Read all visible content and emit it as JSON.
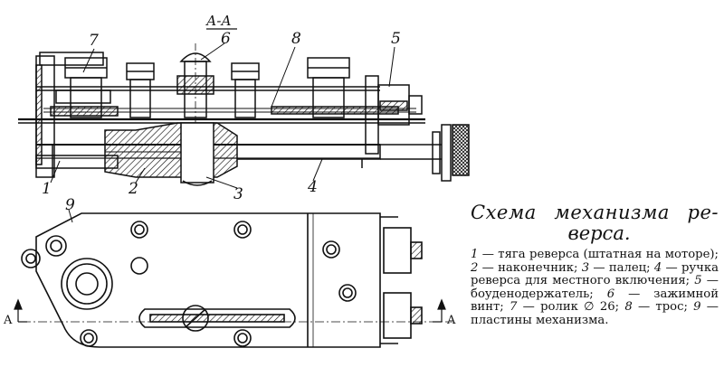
{
  "section_label": "А-А",
  "section_marks": {
    "left": "A",
    "right": "A"
  },
  "part_numbers": {
    "p1": "1",
    "p2": "2",
    "p3": "3",
    "p4": "4",
    "p5": "5",
    "p6": "6",
    "p7": "7",
    "p8": "8",
    "p9": "9"
  },
  "caption": {
    "title_line1": "Схема механизма ре-",
    "title_line2": "верса.",
    "legend": [
      {
        "num": "1",
        "text": " — тяга реверса (штатная на моторе); "
      },
      {
        "num": "2",
        "text": " — наконечник; "
      },
      {
        "num": "3",
        "text": " — палец; "
      },
      {
        "num": "4",
        "text": " — ручка реверса для местного включения; "
      },
      {
        "num": "5",
        "text": " — боуденодержатель; "
      },
      {
        "num": "6",
        "text": " — зажимной винт; "
      },
      {
        "num": "7",
        "text": " — ролик ∅ 26; "
      },
      {
        "num": "8",
        "text": " — трос; "
      },
      {
        "num": "9",
        "text": " — пластины механизма."
      }
    ]
  }
}
